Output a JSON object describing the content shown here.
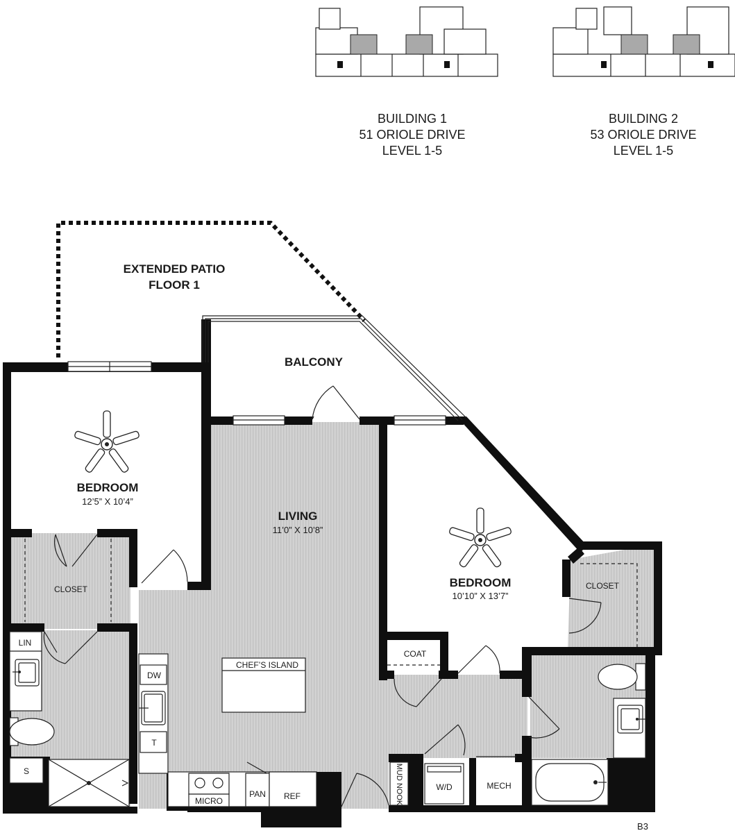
{
  "buildings": [
    {
      "name": "BUILDING 1",
      "address": "51 ORIOLE DRIVE",
      "levels": "LEVEL 1-5"
    },
    {
      "name": "BUILDING 2",
      "address": "53 ORIOLE DRIVE",
      "levels": "LEVEL 1-5"
    }
  ],
  "patio": {
    "line1": "EXTENDED PATIO",
    "line2": "FLOOR 1"
  },
  "rooms": {
    "balcony": "BALCONY",
    "bedroom_left": {
      "name": "BEDROOM",
      "dims": "12’5” X 10’4”"
    },
    "living": {
      "name": "LIVING",
      "dims": "11’0” X 10’8”"
    },
    "bedroom_right": {
      "name": "BEDROOM",
      "dims": "10’10” X 13’7”"
    }
  },
  "labels": {
    "closet_left": "CLOSET",
    "closet_right": "CLOSET",
    "lin": "LIN",
    "shower": "S",
    "dw": "DW",
    "trash": "T",
    "chefs_island": "CHEF’S ISLAND",
    "coat": "COAT",
    "micro": "MICRO",
    "pan": "PAN",
    "ref": "REF",
    "mud_nook": "MUD NOOK",
    "wd": "W/D",
    "mech": "MECH"
  },
  "unit_code": "B3",
  "colors": {
    "floor_gray": "#cfcfcf",
    "wall": "#0f0f0f",
    "background": "#ffffff"
  }
}
